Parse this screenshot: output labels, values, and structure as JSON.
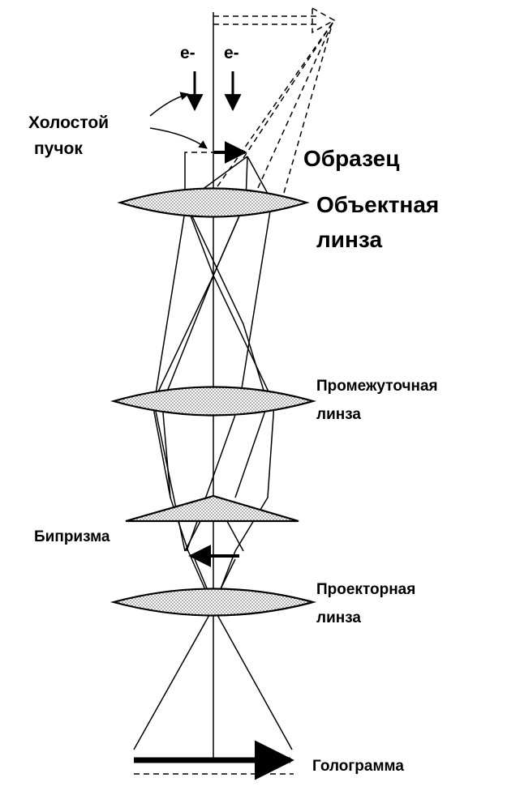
{
  "labels": {
    "electron_left": "e-",
    "electron_right": "e-",
    "reference_beam_line1": "Холостой",
    "reference_beam_line2": "пучок",
    "specimen": "Образец",
    "objective_lens_line1": "Объектная",
    "objective_lens_line2": "линза",
    "intermediate_lens_line1": "Промежуточная",
    "intermediate_lens_line2": "линза",
    "biprism": "Бипризма",
    "projector_lens_line1": "Проекторная",
    "projector_lens_line2": "линза",
    "hologram": "Голограмма"
  }
}
